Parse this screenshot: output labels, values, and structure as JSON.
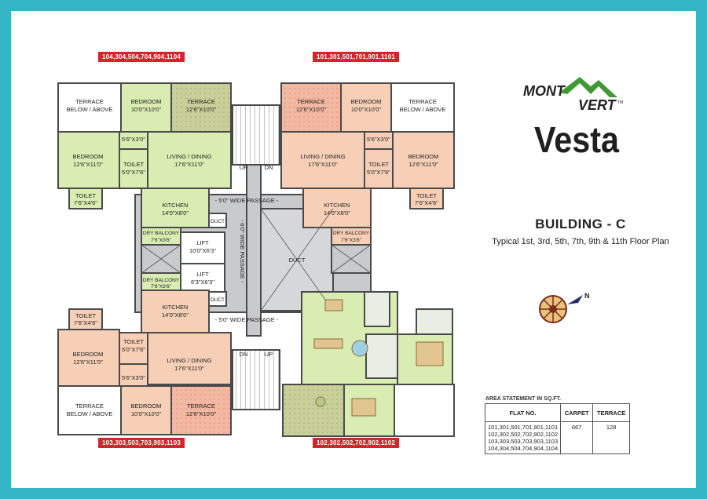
{
  "brand": {
    "logo_top": "MONT",
    "logo_bottom": "VERT",
    "trademark": "TM",
    "project": "Vesta"
  },
  "building": {
    "title": "BUILDING - C",
    "subtitle": "Typical 1st, 3rd, 5th, 7th, 9th & 11th Floor Plan"
  },
  "flat_tags": {
    "top_left": "104,304,504,704,904,1104",
    "top_right": "101,301,501,701,901,1101",
    "bottom_left": "103,303,503,703,903,1103",
    "bottom_right": "102,302,502,702,902,1102"
  },
  "rooms": {
    "terrace_below_above": [
      "TERRACE",
      "BELOW / ABOVE"
    ],
    "bedroom_small": [
      "BEDROOM",
      "10'0\"X10'0\""
    ],
    "terrace": [
      "TERRACE",
      "12'6\"X10'0\""
    ],
    "bedroom_large": [
      "BEDROOM",
      "12'6\"X11'0\""
    ],
    "living_dining": [
      "LIVING / DINING",
      "17'6\"X11'0\""
    ],
    "toilet_a": [
      "TOILET",
      "5'0\"X7'6\""
    ],
    "toilet_b": [
      "TOILET",
      "7'6\"X4'6\""
    ],
    "passage_dim": "5'6\"X3'0\"",
    "kitchen": [
      "KITCHEN",
      "14'0\"X8'0\""
    ],
    "dry_balcony": [
      "DRY BALCONY",
      "7'6\"X3'6\""
    ],
    "lift_1": [
      "LIFT",
      "10'0\"X6'3\""
    ],
    "lift_2": [
      "LIFT",
      "6'3\"X6'3\""
    ],
    "duct": "DUCT",
    "up": "UP",
    "dn": "DN",
    "passage_h": "- 5'0\" WIDE PASSAGE -",
    "passage_v": "- 6'0\" WIDE PASSAGE -"
  },
  "compass": {
    "north": "N"
  },
  "area_statement": {
    "title": "AREA STATEMENT IN SQ.FT.",
    "headers": [
      "FLAT NO.",
      "CARPET",
      "TERRACE"
    ],
    "flats": [
      "101,301,501,701,901,1101",
      "102,302,502,702,902,1102",
      "103,303,503,703,903,1103",
      "104,304,504,704,904,1104"
    ],
    "carpet": "667",
    "terrace": "128"
  },
  "colors": {
    "border": "#33b5c6",
    "green_room": "#d9ecb2",
    "pink_room": "#f6cfb6",
    "terrace_green": "#c8cf98",
    "terrace_pink": "#f3b7a2",
    "corridor": "#c9cacc",
    "wall": "#4a4a4a",
    "tag": "#d8232a",
    "logo_green": "#3f9a35"
  }
}
